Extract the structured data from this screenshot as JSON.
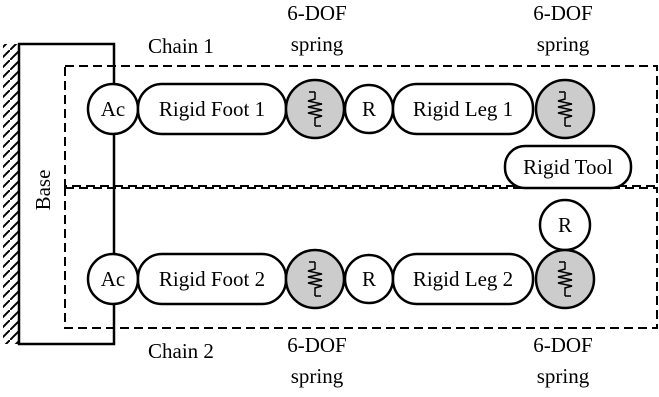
{
  "base": {
    "label": "Base"
  },
  "chain1": {
    "label": "Chain 1",
    "actuator": "Ac",
    "foot": "Rigid Foot 1",
    "revolute": "R",
    "leg": "Rigid Leg 1"
  },
  "chain2": {
    "label": "Chain 2",
    "actuator": "Ac",
    "foot": "Rigid Foot 2",
    "revolute": "R",
    "leg": "Rigid Leg 2"
  },
  "tool": {
    "label": "Rigid Tool",
    "revolute": "R"
  },
  "spring_caption": {
    "line1": "6-DOF",
    "line2": "spring"
  },
  "colors": {
    "spring_fill": "#cccccc",
    "stroke": "#000000"
  }
}
